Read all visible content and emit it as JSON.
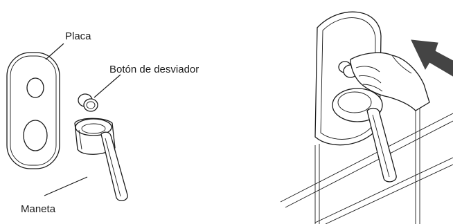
{
  "labels": {
    "placa": "Placa",
    "boton": "Botón de desviador",
    "maneta": "Maneta"
  }
}
